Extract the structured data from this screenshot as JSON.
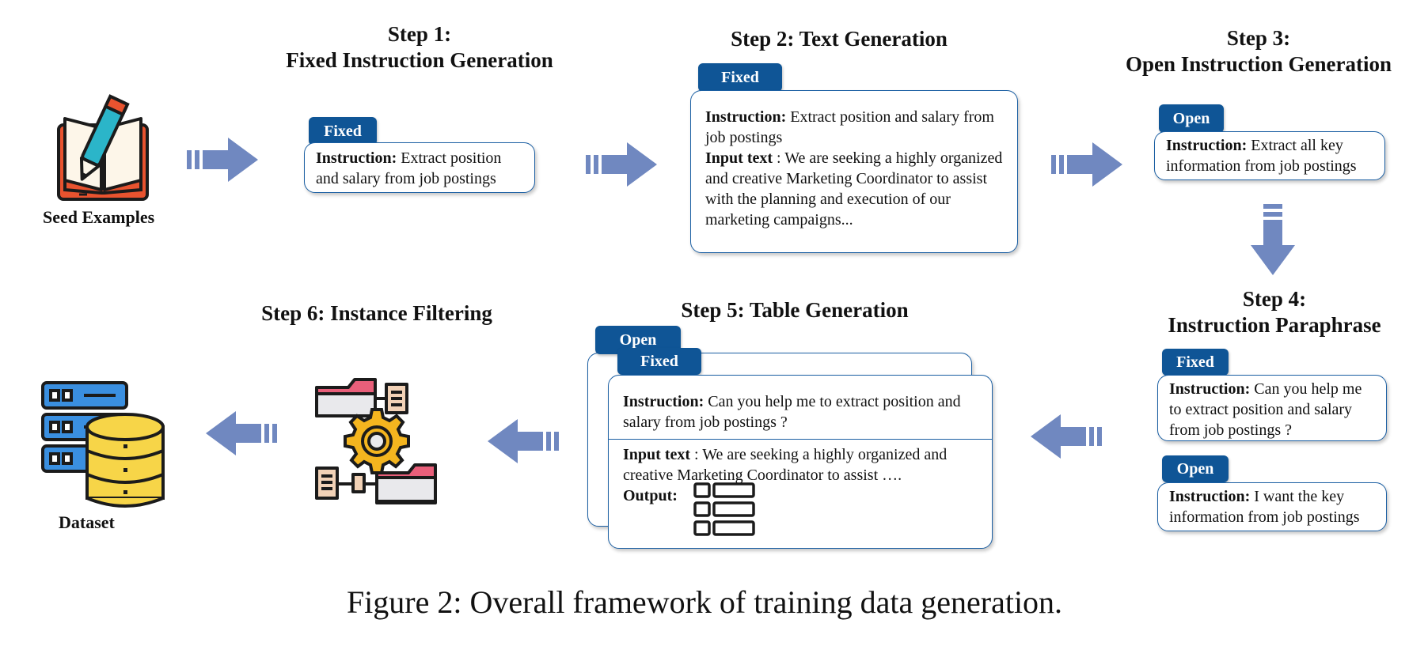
{
  "steps": {
    "step1": {
      "line1": "Step 1:",
      "line2": "Fixed Instruction Generation",
      "tag": "Fixed",
      "instruction_label": "Instruction:",
      "instruction_text": "Extract position and salary from job postings"
    },
    "step2": {
      "title": "Step 2: Text Generation",
      "tag": "Fixed",
      "instruction_label": "Instruction:",
      "instruction_text": "Extract position and salary from job postings",
      "input_label": "Input text",
      "input_text": " : We are seeking a highly organized and creative Marketing Coordinator to assist with the planning and execution of our marketing campaigns..."
    },
    "step3": {
      "line1": "Step 3:",
      "line2": "Open Instruction Generation",
      "tag": "Open",
      "instruction_label": "Instruction:",
      "instruction_text": "Extract all key information from job postings"
    },
    "step4": {
      "line1": "Step 4:",
      "line2": "Instruction Paraphrase",
      "fixed_tag": "Fixed",
      "fixed_label": "Instruction:",
      "fixed_text": "Can you help me to extract position and salary from job postings ?",
      "open_tag": "Open",
      "open_label": "Instruction:",
      "open_text": "I want the key information from job postings"
    },
    "step5": {
      "title": "Step 5: Table Generation",
      "back_tag": "Open",
      "front_tag": "Fixed",
      "instruction_label": "Instruction:",
      "instruction_text": "Can you help me to extract position and salary from job postings ?",
      "input_label": "Input text",
      "input_text": " : We are seeking a highly organized and creative Marketing Coordinator to assist ….",
      "output_label": "Output:"
    },
    "step6": {
      "title": "Step 6: Instance Filtering"
    }
  },
  "labels": {
    "seed": "Seed Examples",
    "dataset": "Dataset"
  },
  "caption": "Figure 2: Overall framework of training data generation.",
  "icons": [
    "seed-book-pen-icon",
    "dataset-server-database-icon",
    "filtering-gear-folders-icon",
    "table-output-icon",
    "arrow-icon"
  ],
  "colors": {
    "tag": "#0f5596",
    "box_border": "#1b5fa3",
    "arrow": "#7088c0"
  }
}
